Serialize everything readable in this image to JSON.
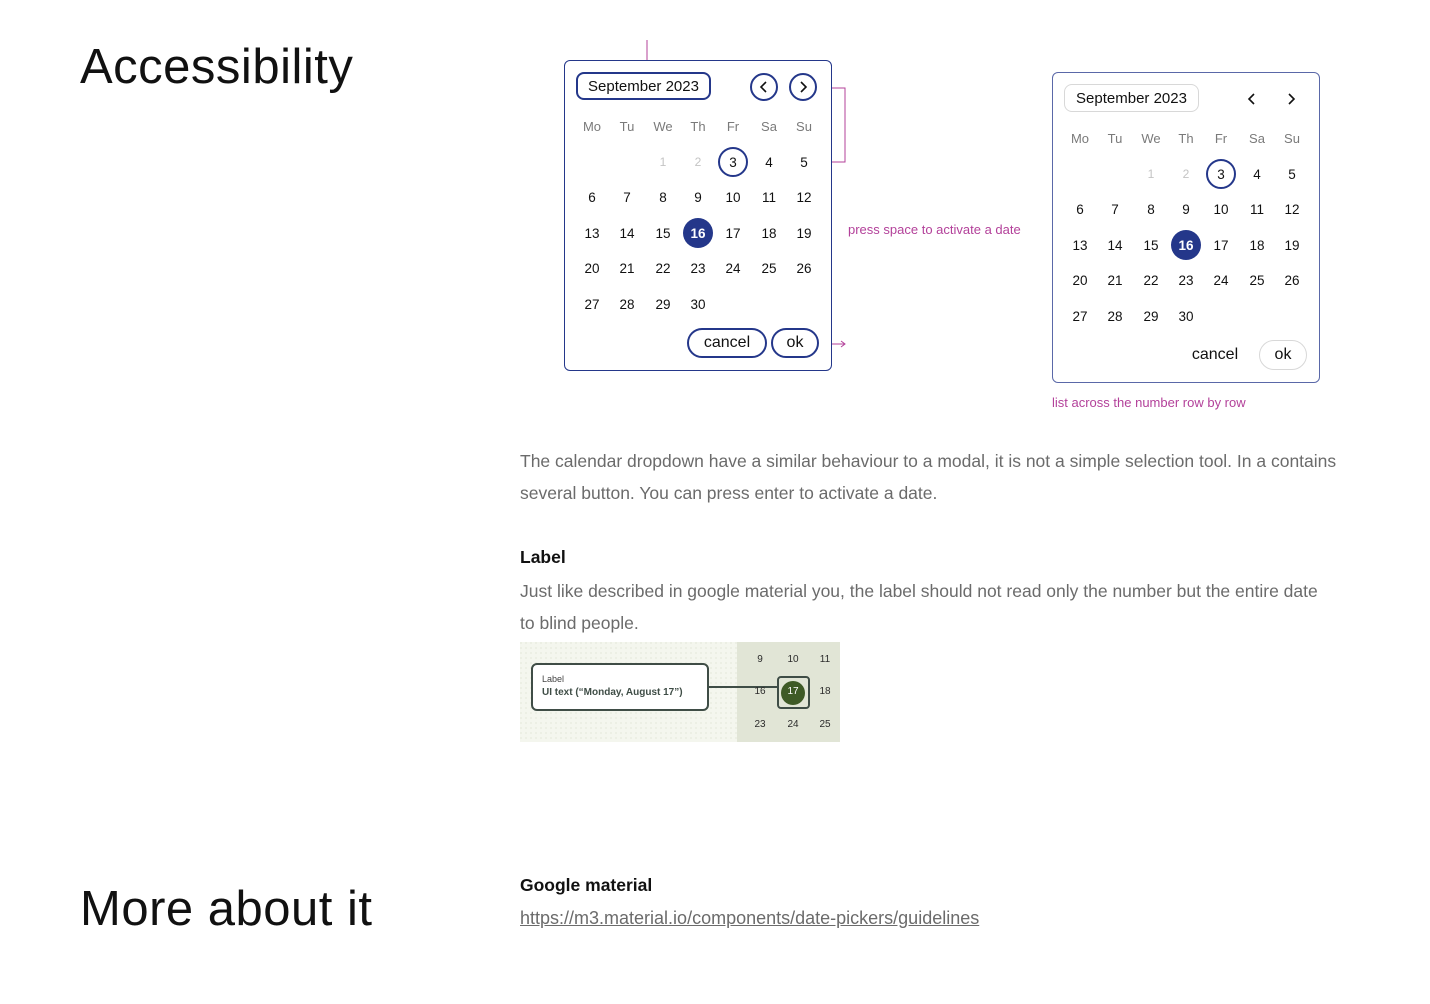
{
  "sections": {
    "accessibility_title": "Accessibility",
    "more_title": "More about it"
  },
  "calendar_left": {
    "month": "September 2023",
    "weekdays": [
      "Mo",
      "Tu",
      "We",
      "Th",
      "Fr",
      "Sa",
      "Su"
    ],
    "weeks": [
      [
        "",
        "",
        "1",
        "2",
        "3",
        "4",
        "5"
      ],
      [
        "6",
        "7",
        "8",
        "9",
        "10",
        "11",
        "12"
      ],
      [
        "13",
        "14",
        "15",
        "16",
        "17",
        "18",
        "19"
      ],
      [
        "20",
        "21",
        "22",
        "23",
        "24",
        "25",
        "26"
      ],
      [
        "27",
        "28",
        "29",
        "30",
        "",
        "",
        ""
      ]
    ],
    "muted_days": [
      "1",
      "2"
    ],
    "today": "3",
    "selected": "16",
    "cancel_label": "cancel",
    "ok_label": "ok"
  },
  "calendar_right": {
    "month": "September 2023",
    "weekdays": [
      "Mo",
      "Tu",
      "We",
      "Th",
      "Fr",
      "Sa",
      "Su"
    ],
    "weeks": [
      [
        "",
        "",
        "1",
        "2",
        "3",
        "4",
        "5"
      ],
      [
        "6",
        "7",
        "8",
        "9",
        "10",
        "11",
        "12"
      ],
      [
        "13",
        "14",
        "15",
        "16",
        "17",
        "18",
        "19"
      ],
      [
        "20",
        "21",
        "22",
        "23",
        "24",
        "25",
        "26"
      ],
      [
        "27",
        "28",
        "29",
        "30",
        "",
        "",
        ""
      ]
    ],
    "muted_days": [
      "1",
      "2"
    ],
    "today": "3",
    "selected": "16",
    "cancel_label": "cancel",
    "ok_label": "ok"
  },
  "annotations": {
    "press_space": "press space to activate a date",
    "list_across": "list across the number row by row"
  },
  "body": {
    "paragraph_1": "The calendar dropdown have a similar behaviour to a modal, it is not a simple selection tool. In a contains several button. You can press enter to activate a date.",
    "label_heading": "Label",
    "label_paragraph": "Just like described in google material you, the label should not read only the number but the entire date to blind people."
  },
  "thumbnail": {
    "label_caption": "Label",
    "ui_text": "UI text (“Monday, August 17”)",
    "grid": [
      [
        "9",
        "10",
        "11"
      ],
      [
        "16",
        "17",
        "18"
      ],
      [
        "23",
        "24",
        "25"
      ]
    ],
    "highlight": "17"
  },
  "more": {
    "heading": "Google material",
    "link": "https://m3.material.io/components/date-pickers/guidelines"
  },
  "colors": {
    "accent": "#24378a",
    "annotation": "#b3419a",
    "body_text": "#6b6b6b",
    "thumb_green": "#3e5a26"
  }
}
